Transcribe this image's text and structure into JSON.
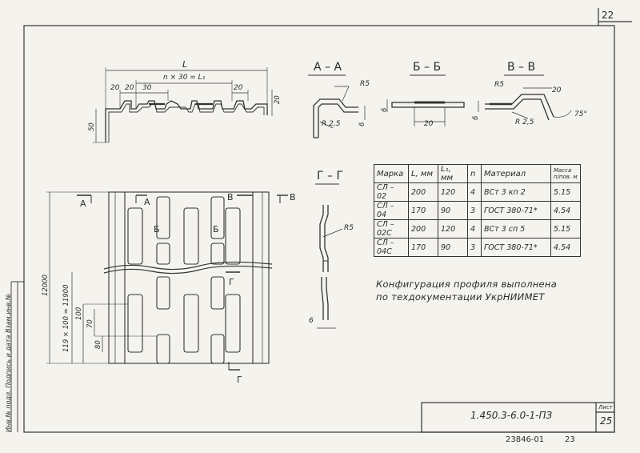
{
  "sheet": {
    "page_number": "22",
    "doc_code": "1.450.3-6.0-1-ПЗ",
    "list_label": "Лист",
    "list_number": "25",
    "archive_number": "23846-01",
    "archive_page": "23",
    "side_stamp": "Инв.№ подл. Подпись и дата Взам.инв.№"
  },
  "profile_dims": {
    "L": "L",
    "n_x30": "n × 30 = L₁",
    "d20a": "20",
    "d20b": "20",
    "d30": "30",
    "d20c": "20",
    "d20_right": "20",
    "d50": "50"
  },
  "sections": {
    "aa": {
      "title": "А – А",
      "r5": "R5",
      "r25": "R 2,5",
      "d6": "6"
    },
    "bb": {
      "title": "Б – Б",
      "d6": "6",
      "d20": "20"
    },
    "vv": {
      "title": "В – В",
      "r5": "R5",
      "d20": "20",
      "d6": "6",
      "r25": "R 2,5",
      "angle": "75°"
    },
    "gg": {
      "title": "Г – Г",
      "r5": "R5",
      "d6": "6"
    }
  },
  "plan_labels": {
    "A_left": "А",
    "A_mid": "А",
    "B": "Б",
    "V_mid": "В",
    "V_right": "В",
    "G_top": "Г",
    "G_bottom": "Г",
    "dim_12000": "12000",
    "dim_119": "119 × 100 = 11900",
    "dim_100": "100",
    "dim_70": "70",
    "dim_80": "80"
  },
  "table": {
    "headers": [
      "Марка",
      "L, мм",
      "L₁, мм",
      "n",
      "Материал",
      "Масса п/пов. м"
    ],
    "rows": [
      [
        "СЛ – 02",
        "200",
        "120",
        "4",
        "ВСт 3 кп 2",
        "5.15"
      ],
      [
        "СЛ – 04",
        "170",
        "90",
        "3",
        "ГОСТ 380-71*",
        "4.54"
      ],
      [
        "СЛ – 02С",
        "200",
        "120",
        "4",
        "ВСт 3 сп 5",
        "5.15"
      ],
      [
        "СЛ – 04С",
        "170",
        "90",
        "3",
        "ГОСТ 380-71*",
        "4.54"
      ]
    ]
  },
  "note": {
    "line1": "Конфигурация профиля выполнена",
    "line2": "по техдокументации УкрНИИМЕТ"
  },
  "colors": {
    "paper": "#f4f3ee",
    "ink": "#2a2a2a"
  }
}
